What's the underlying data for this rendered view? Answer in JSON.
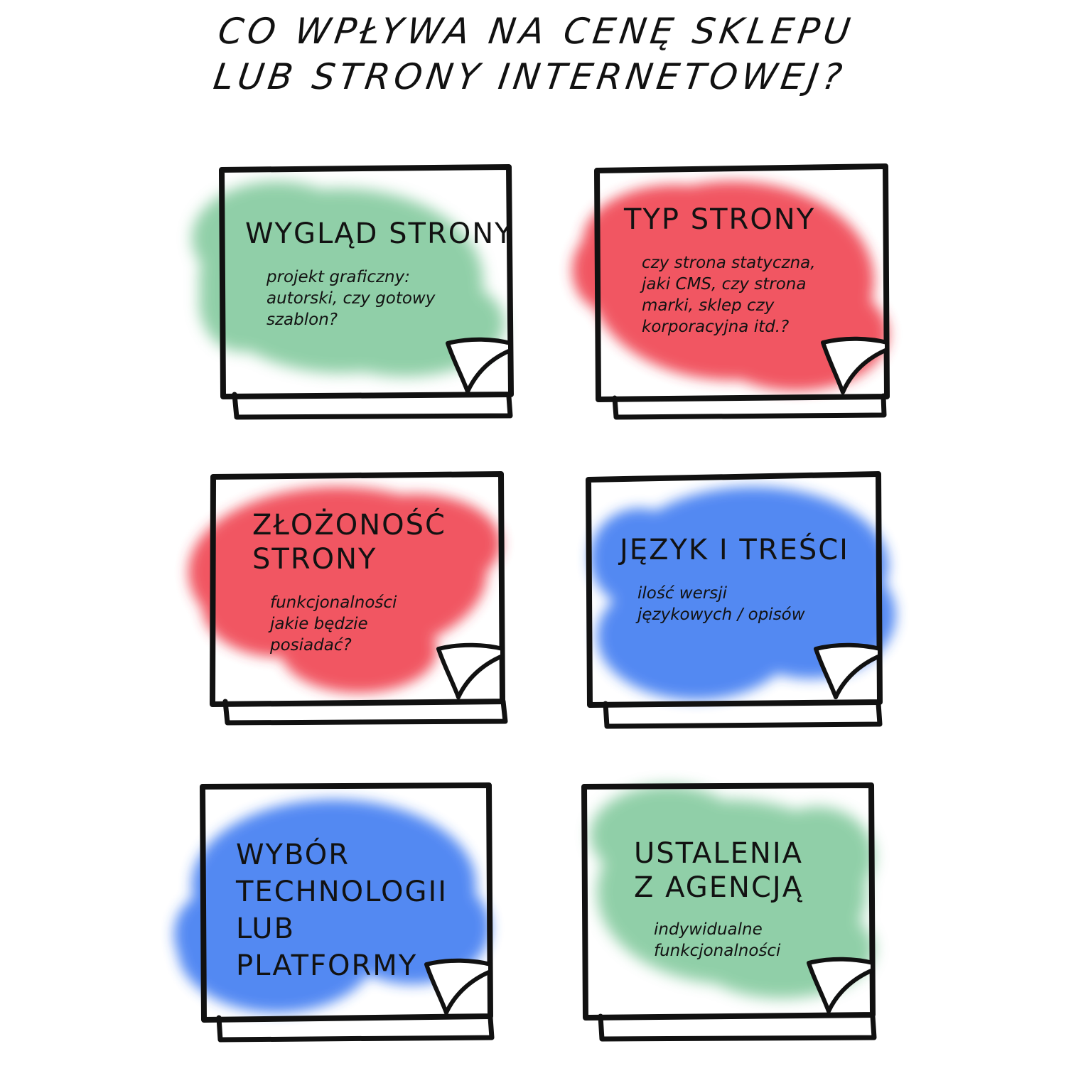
{
  "title": {
    "line1": "CO WPŁYWA NA CENĘ SKLEPU",
    "line2": "LUB STRONY INTERNETOWEJ?"
  },
  "colors": {
    "green": "#6cc08b",
    "red": "#ee3340",
    "blue": "#2f6ff0",
    "ink": "#111111"
  },
  "notes": [
    {
      "id": "wyglad-strony",
      "color": "green",
      "heading": [
        "WYGLĄD STRONY"
      ],
      "description": [
        "projekt graficzny:",
        "autorski, czy gotowy",
        "szablon?"
      ]
    },
    {
      "id": "typ-strony",
      "color": "red",
      "heading": [
        "TYP STRONY"
      ],
      "description": [
        "czy strona statyczna,",
        "jaki CMS, czy strona",
        "marki, sklep czy",
        "korporacyjna itd.?"
      ]
    },
    {
      "id": "zlozonosc-strony",
      "color": "red",
      "heading": [
        "ZŁOŻONOŚĆ",
        "STRONY"
      ],
      "description": [
        "funkcjonalności",
        "jakie będzie",
        "posiadać?"
      ]
    },
    {
      "id": "jezyk-i-tresci",
      "color": "blue",
      "heading": [
        "JĘZYK I TREŚCI"
      ],
      "description": [
        "ilość wersji",
        "językowych / opisów"
      ]
    },
    {
      "id": "wybor-technologii",
      "color": "blue",
      "heading": [
        "WYBÓR",
        "TECHNOLOGII",
        "LUB",
        "PLATFORMY"
      ],
      "description": []
    },
    {
      "id": "ustalenia-z-agencja",
      "color": "green",
      "heading": [
        "USTALENIA",
        "Z AGENCJĄ"
      ],
      "description": [
        "indywidualne",
        "funkcjonalności"
      ]
    }
  ]
}
